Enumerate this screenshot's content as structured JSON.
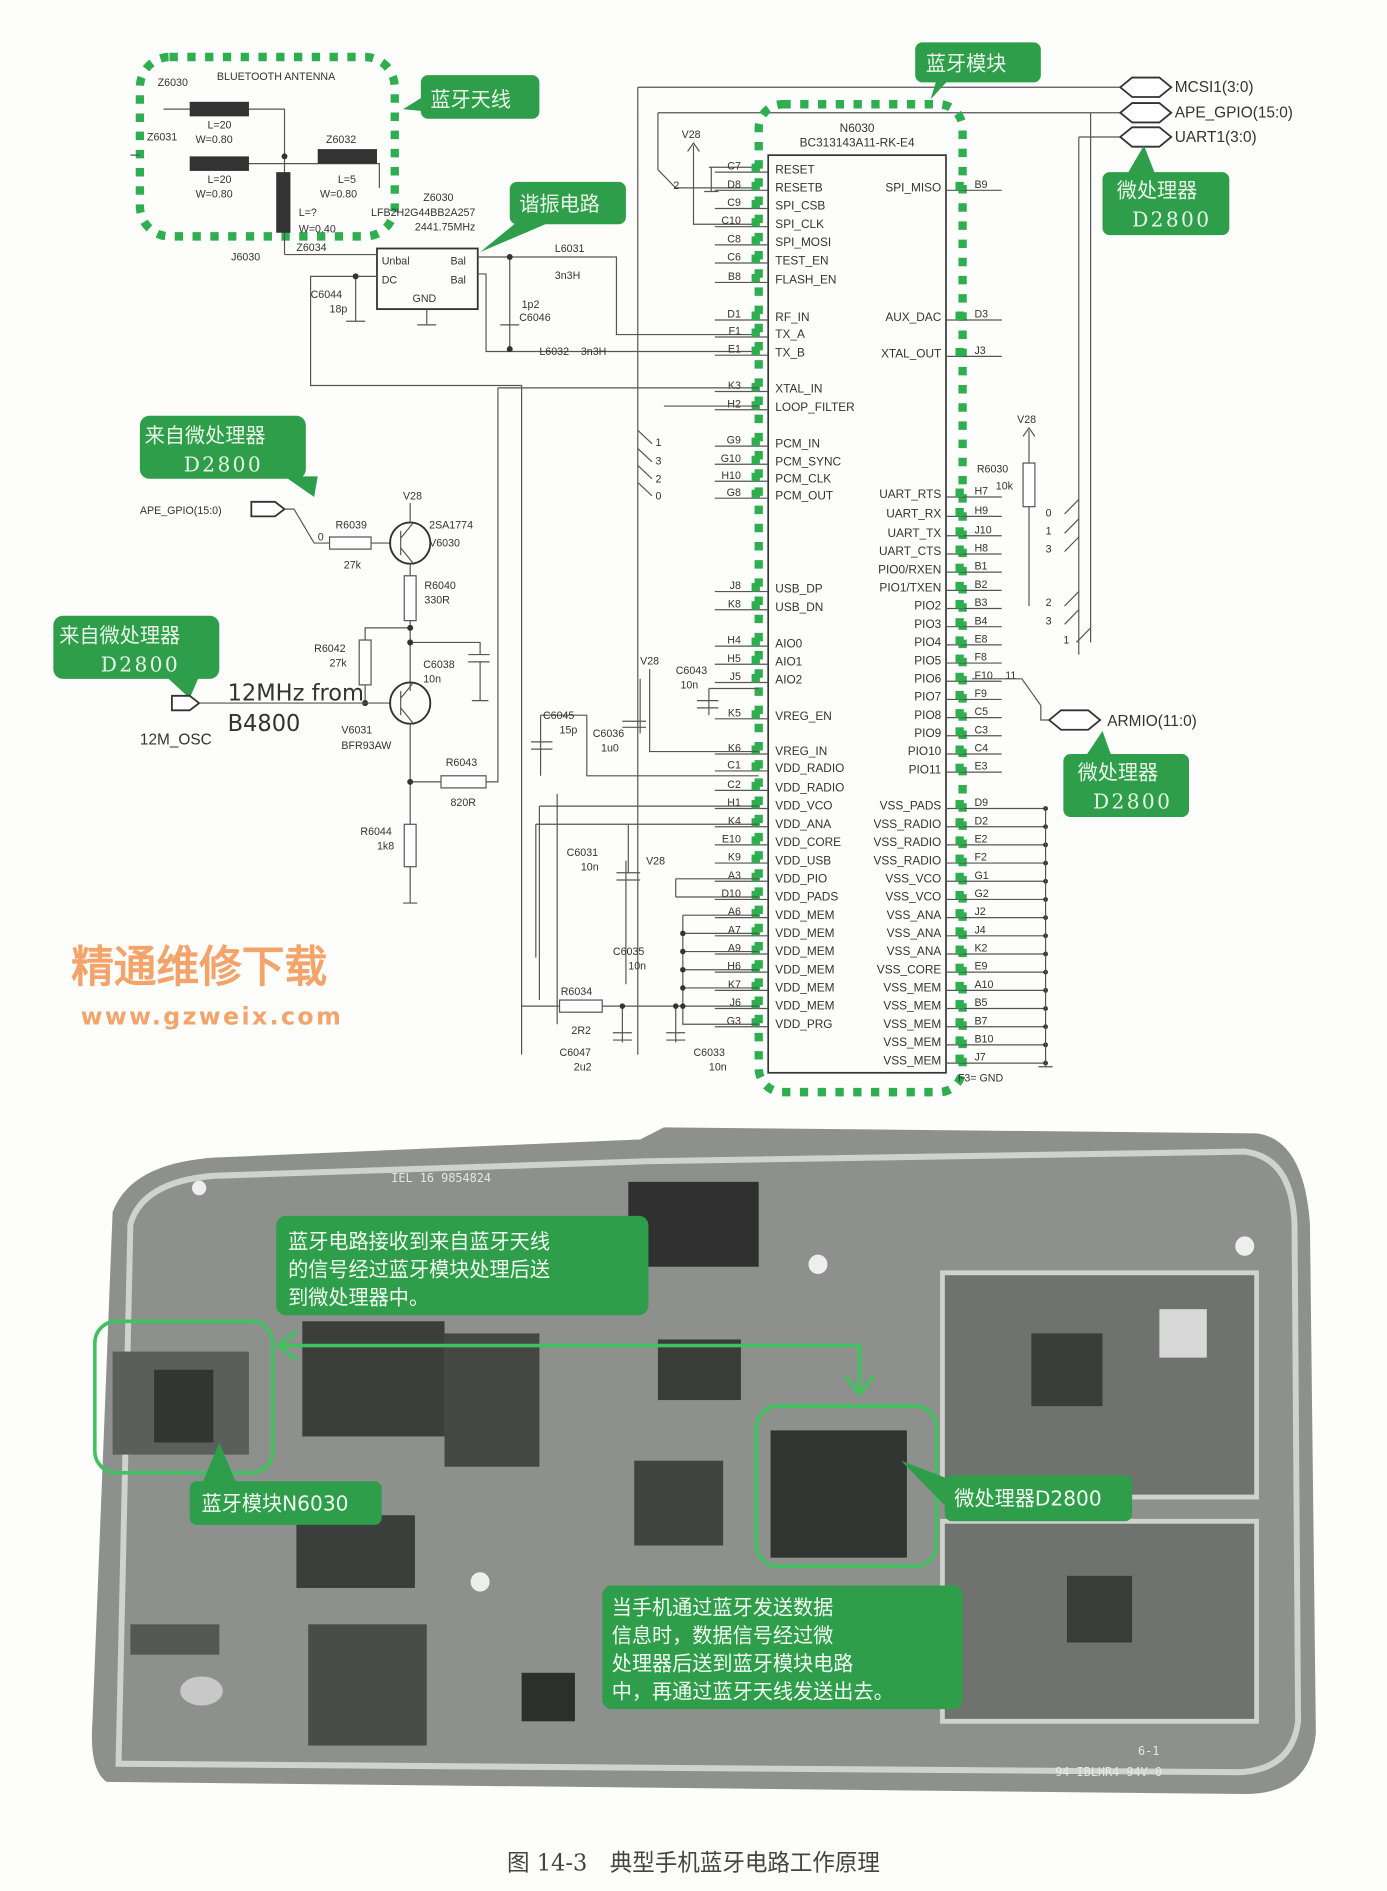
{
  "antenna": {
    "title": "BLUETOOTH ANTENNA",
    "z6030": "Z6030",
    "z6031": "Z6031",
    "z6032": "Z6032",
    "z6034": "Z6034",
    "j6030": "J6030",
    "seg1_l": "L=20",
    "seg1_w": "W=0.80",
    "seg2_l": "L=20",
    "seg2_w": "W=0.80",
    "seg3_l": "L=5",
    "seg3_w": "W=0.80",
    "seg4_l": "L=?",
    "seg4_w": "W=0.40",
    "callout": "蓝牙天线"
  },
  "balun": {
    "ref": "Z6030",
    "part": "LFB2H2G44BB2A257",
    "freq": "2441.75MHz",
    "unbal": "Unbal",
    "bal1": "Bal",
    "dc": "DC",
    "bal2": "Bal",
    "gnd": "GND",
    "callout": "谐振电路"
  },
  "rf_parts": {
    "c6044": "C6044",
    "c6044_v": "18p",
    "l6031": "L6031",
    "l6031_v": "3n3H",
    "c6046": "C6046",
    "c6046_v": "1p2",
    "l6032": "L6032",
    "l6032_v": "3n3H"
  },
  "module": {
    "callout": "蓝牙模块",
    "ref": "N6030",
    "part": "BC313143A11-RK-E4",
    "left_pins": [
      [
        "C7",
        "RESET"
      ],
      [
        "D8",
        "RESETB"
      ],
      [
        "C9",
        "SPI_CSB"
      ],
      [
        "C10",
        "SPI_CLK"
      ],
      [
        "C8",
        "SPI_MOSI"
      ],
      [
        "C6",
        "TEST_EN"
      ],
      [
        "B8",
        "FLASH_EN"
      ],
      [
        "D1",
        "RF_IN"
      ],
      [
        "F1",
        "TX_A"
      ],
      [
        "E1",
        "TX_B"
      ],
      [
        "K3",
        "XTAL_IN"
      ],
      [
        "H2",
        "LOOP_FILTER"
      ],
      [
        "G9",
        "PCM_IN"
      ],
      [
        "G10",
        "PCM_SYNC"
      ],
      [
        "H10",
        "PCM_CLK"
      ],
      [
        "G8",
        "PCM_OUT"
      ],
      [
        "J8",
        "USB_DP"
      ],
      [
        "K8",
        "USB_DN"
      ],
      [
        "H4",
        "AIO0"
      ],
      [
        "H5",
        "AIO1"
      ],
      [
        "J5",
        "AIO2"
      ],
      [
        "K5",
        "VREG_EN"
      ],
      [
        "K6",
        "VREG_IN"
      ],
      [
        "C1",
        "VDD_RADIO"
      ],
      [
        "C2",
        "VDD_RADIO"
      ],
      [
        "H1",
        "VDD_VCO"
      ],
      [
        "K4",
        "VDD_ANA"
      ],
      [
        "E10",
        "VDD_CORE"
      ],
      [
        "K9",
        "VDD_USB"
      ],
      [
        "A3",
        "VDD_PIO"
      ],
      [
        "D10",
        "VDD_PADS"
      ],
      [
        "A6",
        "VDD_MEM"
      ],
      [
        "A7",
        "VDD_MEM"
      ],
      [
        "A9",
        "VDD_MEM"
      ],
      [
        "H6",
        "VDD_MEM"
      ],
      [
        "K7",
        "VDD_MEM"
      ],
      [
        "J6",
        "VDD_MEM"
      ],
      [
        "G3",
        "VDD_PRG"
      ]
    ],
    "right_pins": [
      [
        "B9",
        "SPI_MISO"
      ],
      [
        "D3",
        "AUX_DAC"
      ],
      [
        "J3",
        "XTAL_OUT"
      ],
      [
        "H7",
        "UART_RTS"
      ],
      [
        "H9",
        "UART_RX"
      ],
      [
        "J10",
        "UART_TX"
      ],
      [
        "H8",
        "UART_CTS"
      ],
      [
        "B1",
        "PIO0/RXEN"
      ],
      [
        "B2",
        "PIO1/TXEN"
      ],
      [
        "B3",
        "PIO2"
      ],
      [
        "B4",
        "PIO3"
      ],
      [
        "E8",
        "PIO4"
      ],
      [
        "F8",
        "PIO5"
      ],
      [
        "F10",
        "PIO6"
      ],
      [
        "F9",
        "PIO7"
      ],
      [
        "C5",
        "PIO8"
      ],
      [
        "C3",
        "PIO9"
      ],
      [
        "C4",
        "PIO10"
      ],
      [
        "E3",
        "PIO11"
      ],
      [
        "D9",
        "VSS_PADS"
      ],
      [
        "D2",
        "VSS_RADIO"
      ],
      [
        "E2",
        "VSS_RADIO"
      ],
      [
        "F2",
        "VSS_RADIO"
      ],
      [
        "G1",
        "VSS_VCO"
      ],
      [
        "G2",
        "VSS_VCO"
      ],
      [
        "J2",
        "VSS_ANA"
      ],
      [
        "J4",
        "VSS_ANA"
      ],
      [
        "K2",
        "VSS_ANA"
      ],
      [
        "E9",
        "VSS_CORE"
      ],
      [
        "A10",
        "VSS_MEM"
      ],
      [
        "B5",
        "VSS_MEM"
      ],
      [
        "B7",
        "VSS_MEM"
      ],
      [
        "B10",
        "VSS_MEM"
      ],
      [
        "J7",
        "VSS_MEM"
      ]
    ],
    "gnd_note": "F3= GND",
    "v28_top": "V28",
    "reset_bus_idx": "2",
    "pcm_bus_idx": [
      "1",
      "3",
      "2",
      "0"
    ],
    "uart_bus_idx": [
      "0",
      "1",
      "3"
    ],
    "pio_bus_idx": [
      "2",
      "3",
      "1"
    ],
    "armio_idx": "11"
  },
  "buses": {
    "mcsi": "MCSI1(3:0)",
    "ape_gpio": "APE_GPIO(15:0)",
    "uart1": "UART1(3:0)",
    "armio": "ARMIO(11:0)"
  },
  "cpu_callouts": {
    "top": {
      "line1": "微处理器",
      "line2": "D2800"
    },
    "mid": {
      "line1": "微处理器",
      "line2": "D2800"
    }
  },
  "uart_pullup": {
    "vcc": "V28",
    "ref": "R6030",
    "value": "10k"
  },
  "osc_circuit": {
    "callout1": {
      "line1": "来自微处理器",
      "line2": "D2800"
    },
    "callout2": {
      "line1": "来自微处理器",
      "line2": "D2800"
    },
    "ape_gpio": "APE_GPIO(15:0)",
    "ape_idx": "0",
    "r6039": "R6039",
    "r6039_v": "27k",
    "v28": "V28",
    "v6030_part": "2SA1774",
    "v6030": "V6030",
    "r6040": "R6040",
    "r6040_v": "330R",
    "r6042": "R6042",
    "r6042_v": "27k",
    "c6038": "C6038",
    "c6038_v": "10n",
    "note_line1": "12MHz from",
    "note_line2": "B4800",
    "osc_net": "12M_OSC",
    "v6031": "V6031",
    "v6031_part": "BFR93AW",
    "r6043": "R6043",
    "r6043_v": "820R",
    "r6044": "R6044",
    "r6044_v": "1k8"
  },
  "power_parts": {
    "c6045": "C6045",
    "c6045_v": "15p",
    "c6036": "C6036",
    "c6036_v": "1u0",
    "v28_a": "V28",
    "c6043": "C6043",
    "c6043_v": "10n",
    "c6031": "C6031",
    "c6031_v": "10n",
    "v28_b": "V28",
    "c6035": "C6035",
    "c6035_v": "10n",
    "r6034": "R6034",
    "r6034_v": "2R2",
    "c6047": "C6047",
    "c6047_v": "2u2",
    "c6033": "C6033",
    "c6033_v": "10n"
  },
  "watermark": {
    "line1": "精通维修下载",
    "line2": "www.gzweix.com"
  },
  "photo": {
    "callout_rx": [
      "蓝牙电路接收到来自蓝牙天线",
      "的信号经过蓝牙模块处理后送",
      "到微处理器中。"
    ],
    "label_module": "蓝牙模块N6030",
    "label_cpu": "微处理器D2800",
    "callout_tx": [
      "当手机通过蓝牙发送数据",
      "信息时，数据信号经过微",
      "处理器后送到蓝牙模块电路",
      "中，再通过蓝牙天线发送出去。"
    ],
    "pcb_marking1": "IEL 16   9854824",
    "pcb_marking2": "6-1",
    "pcb_marking3": "94 IBLHR4 94V-0"
  },
  "caption": "图 14-3　典型手机蓝牙电路工作原理",
  "colors": {
    "callout_green": "#2f9e4a",
    "dash_green": "#2fae4f",
    "watermark": "#f4a46a",
    "pcb": "#8a8d8a"
  }
}
